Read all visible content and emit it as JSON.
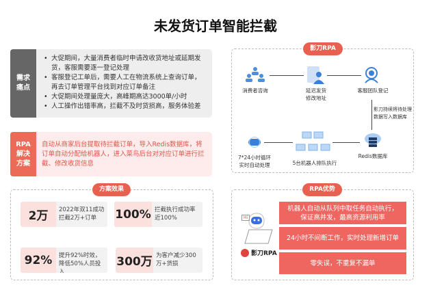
{
  "title": "未发货订单智能拦截",
  "pain": {
    "label": "需求\n痛点",
    "items": [
      "大促期间，大量消费者临时申请改收货地址或延期发货，客服需要逐一登记处理",
      "客服登记工单后，需要人工在物流系统上查询订单，再去订单管理平台找到对应订单备注",
      "大促期间处理量庞大，高峰期高达3000单/小时",
      "人工操作出错率高，拦截不及时货损高，服务体验差"
    ]
  },
  "solution": {
    "label": "RPA\n解决\n方案",
    "text": "自动从商家后台提取待拦截订单，导入Redis数据库，将订单自动分配给机器人，进入菜鸟后台对对应订单进行拦截、修改收货信息"
  },
  "effects": {
    "title": "方案效果",
    "cards": [
      {
        "num": "2万",
        "desc": "2022年双11成功拦截2万+订单"
      },
      {
        "num": "100%",
        "desc": "拦截执行成功率近100%"
      },
      {
        "num": "92%",
        "desc": "提升92%时效，降低50%人员投入"
      },
      {
        "num": "300万",
        "desc": "为客户减少300万+货损"
      }
    ]
  },
  "flow": {
    "title": "影刀RPA",
    "nodes": {
      "consumer": "消费者咨询",
      "delay": "延迟发货\n修改地址",
      "service": "客服团队登记",
      "write": "影刀持续将待处理\n数据写入数据库",
      "redis": "Redis数据库",
      "robots": "5台机器人排队执行",
      "loop": "7*24小时循环\n实时自动处理"
    }
  },
  "advantages": {
    "title": "RPA优势",
    "items": [
      "机器人自动从队列中取任务自动执行，\n保证高并发，最高资源利用率",
      "24小时不间断工作，实时处理新增订单",
      "零失误，不重复不漏单"
    ],
    "brand": "影刀RPA",
    "hi": "Hi"
  },
  "colors": {
    "accent": "#e8604f",
    "icon": "#4a8fe0"
  }
}
